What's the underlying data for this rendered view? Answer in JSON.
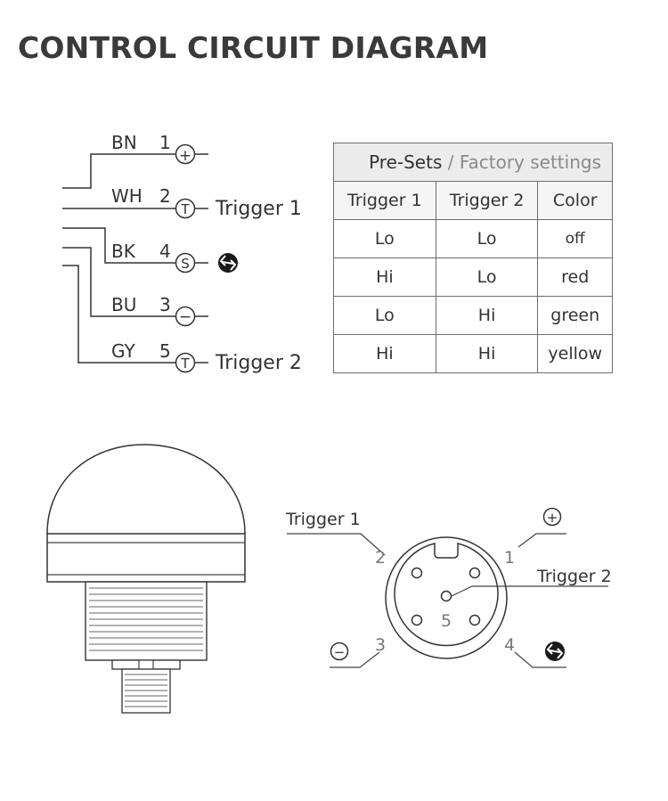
{
  "title": "CONTROL CIRCUIT DIAGRAM",
  "wiring": {
    "wires": [
      {
        "color": "BN",
        "pin": "1",
        "symbol": "+",
        "label": ""
      },
      {
        "color": "WH",
        "pin": "2",
        "symbol": "T",
        "label": "Trigger 1"
      },
      {
        "color": "BK",
        "pin": "4",
        "symbol": "S",
        "label": ""
      },
      {
        "color": "BU",
        "pin": "3",
        "symbol": "−",
        "label": ""
      },
      {
        "color": "GY",
        "pin": "5",
        "symbol": "T",
        "label": "Trigger 2"
      }
    ]
  },
  "table": {
    "header_main": "Pre-Sets",
    "header_separator": " / ",
    "header_sub": "Factory settings",
    "columns": [
      "Trigger 1",
      "Trigger 2",
      "Color"
    ],
    "rows": [
      [
        "Lo",
        "Lo",
        "off"
      ],
      [
        "Hi",
        "Lo",
        "red"
      ],
      [
        "Lo",
        "Hi",
        "green"
      ],
      [
        "Hi",
        "Hi",
        "yellow"
      ]
    ]
  },
  "connector": {
    "pins": {
      "p1": {
        "number": "1",
        "symbol": "+"
      },
      "p2": {
        "number": "2",
        "label": "Trigger 1"
      },
      "p3": {
        "number": "3",
        "symbol": "−"
      },
      "p4": {
        "number": "4"
      },
      "p5": {
        "number": "5",
        "label": "Trigger 2"
      }
    }
  },
  "colors": {
    "line": "#333333",
    "table_border": "#6e6e6e",
    "muted_text": "#8a8a8a",
    "header_bg": "#ececec"
  }
}
